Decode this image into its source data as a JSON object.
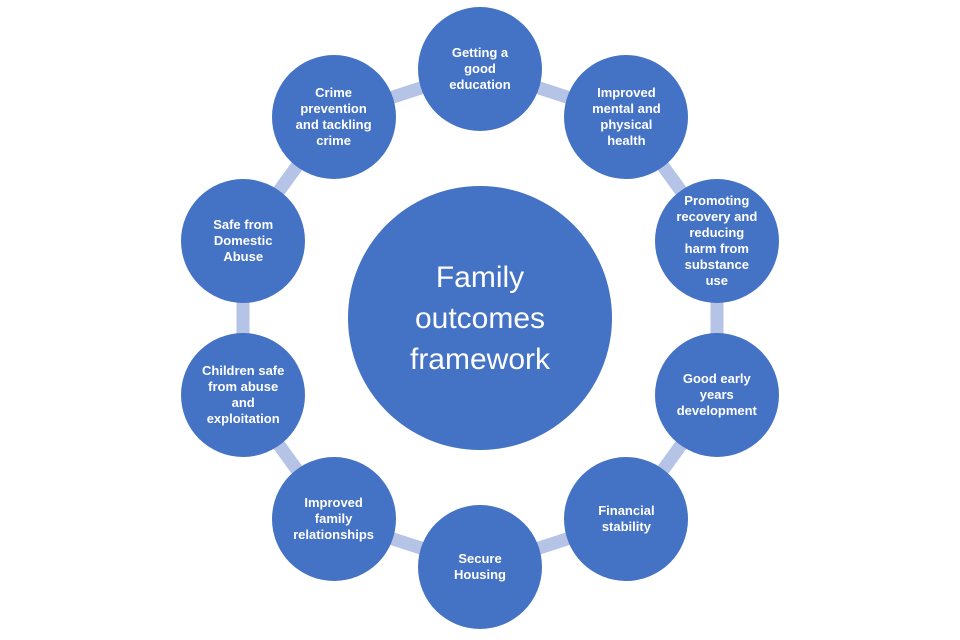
{
  "diagram": {
    "center": {
      "label": "Family outcomes framework"
    },
    "nodes": [
      {
        "label": "Getting a good education"
      },
      {
        "label": "Improved mental and physical health"
      },
      {
        "label": "Promoting recovery and reducing harm from substance use"
      },
      {
        "label": "Good early years development"
      },
      {
        "label": "Financial stability"
      },
      {
        "label": "Secure Housing"
      },
      {
        "label": "Improved family relationships"
      },
      {
        "label": "Children safe from abuse and exploitation"
      },
      {
        "label": "Safe from Domestic Abuse"
      },
      {
        "label": "Crime prevention and tackling crime"
      }
    ],
    "colors": {
      "node_fill": "#4472C4",
      "connector_fill": "#B4C3E6",
      "text": "#FFFFFF",
      "background": "#FFFFFF"
    }
  }
}
